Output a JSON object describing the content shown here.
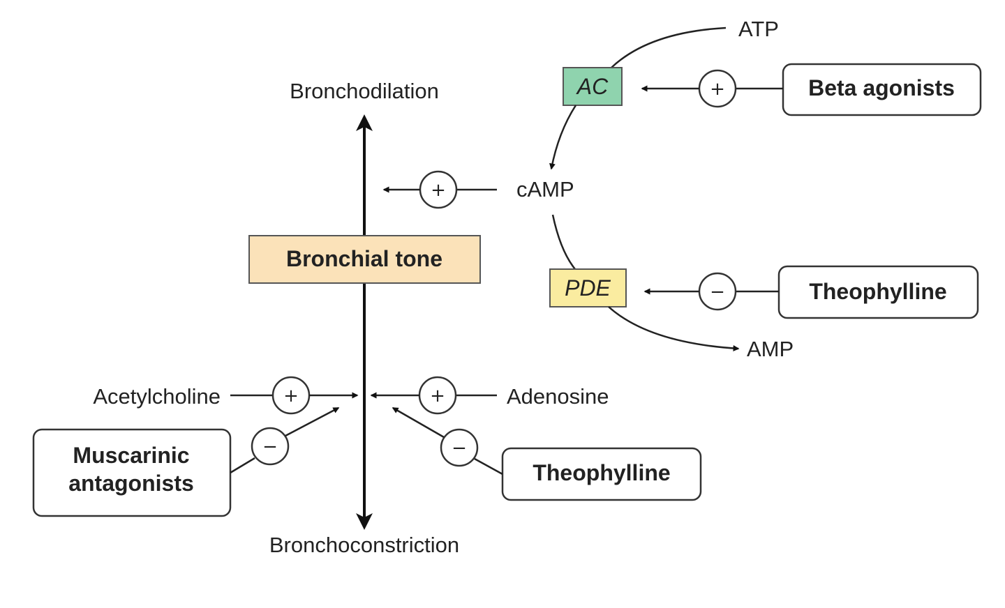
{
  "labels": {
    "atp": "ATP",
    "amp": "AMP",
    "camp": "cAMP",
    "bronchodilation": "Bronchodilation",
    "bronchoconstriction": "Bronchoconstriction",
    "acetylcholine": "Acetylcholine",
    "adenosine": "Adenosine"
  },
  "enzymes": {
    "ac": "AC",
    "pde": "PDE"
  },
  "boxes": {
    "bronchial_tone": "Bronchial tone",
    "beta_agonists": "Beta agonists",
    "theophylline_right": "Theophylline",
    "muscarinic_line1": "Muscarinic",
    "muscarinic_line2": "antagonists",
    "theophylline_bottom": "Theophylline"
  },
  "signs": {
    "plus": "+",
    "minus": "−"
  },
  "colors": {
    "ac_fill": "#8fd3ae",
    "pde_fill": "#faeca0",
    "tone_fill": "#fbe2b9"
  }
}
